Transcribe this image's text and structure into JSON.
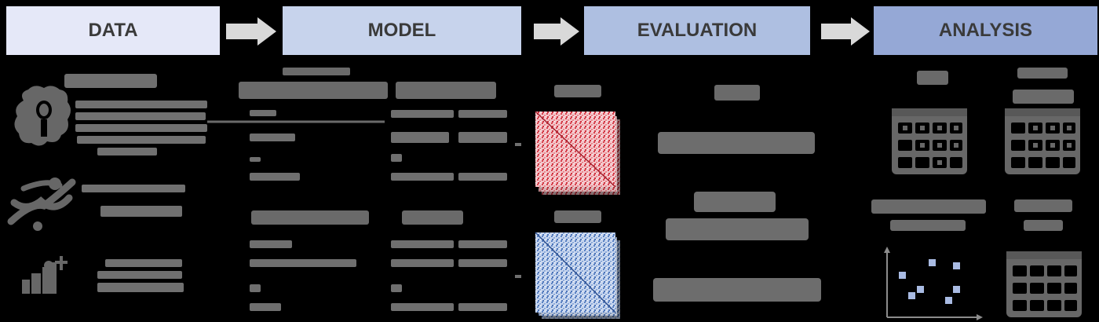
{
  "stages": [
    {
      "label": "DATA",
      "color": "#e5e8f8"
    },
    {
      "label": "MODEL",
      "color": "#c7d3ec"
    },
    {
      "label": "EVALUATION",
      "color": "#aebfe1"
    },
    {
      "label": "ANALYSIS",
      "color": "#95a8d6"
    }
  ],
  "colors": {
    "arrow": "#d9d9d9",
    "icon_gray": "#676767",
    "heatmap_red": "#d9434f",
    "heatmap_blue": "#5b83c4",
    "scatter_points": "#a9bbe3"
  },
  "icons": [
    "brain-icon",
    "gene-icon",
    "lab-icon",
    "matrix-icon",
    "scatter-plot-icon"
  ]
}
